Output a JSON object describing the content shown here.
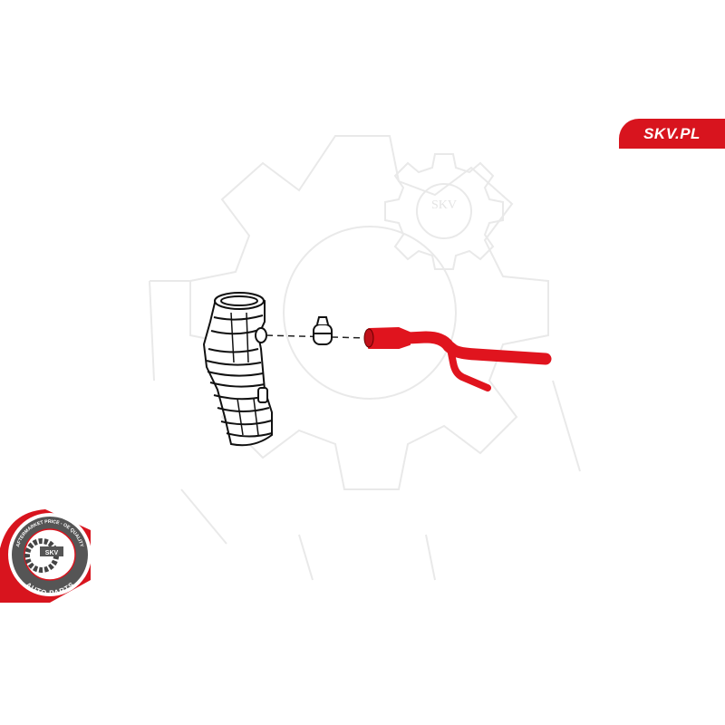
{
  "brand": {
    "label": "SKV.PL",
    "color": "#d8141e"
  },
  "watermark": {
    "text": "SKV"
  },
  "badge": {
    "top_text": "AFTERMARKET PRICE - OE QUALITY",
    "center_text": "SKV",
    "bottom_text": "AUTO PARTS"
  },
  "colors": {
    "part_highlight": "#e0141e",
    "outline": "#111111",
    "watermark": "#eeeeee"
  }
}
